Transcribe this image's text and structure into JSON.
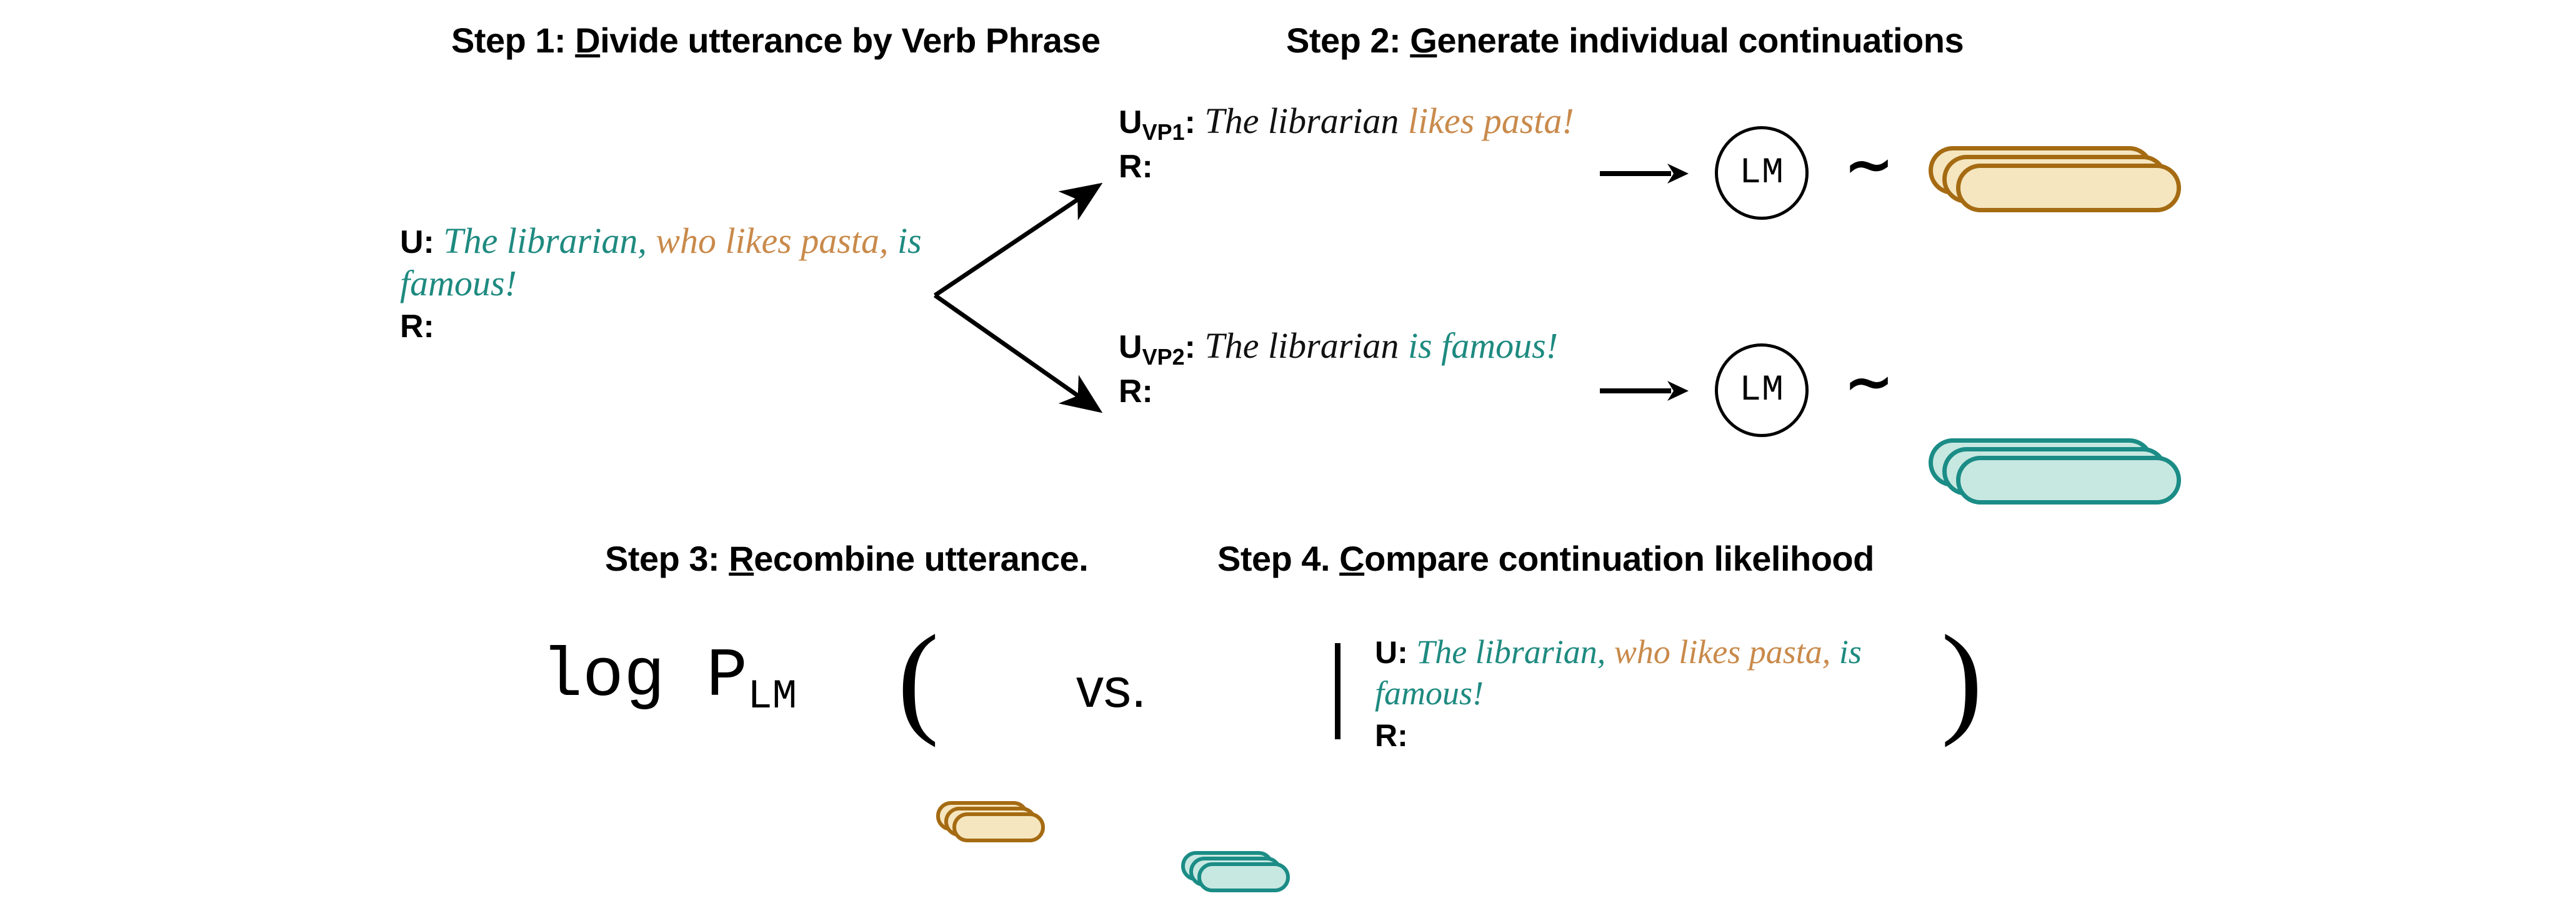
{
  "colors": {
    "teal_text": "#1E8A80",
    "orange_text": "#C98A4B",
    "teal_fill": "#C7E8E1",
    "teal_stroke": "#1B8C86",
    "orange_fill": "#F5E6C0",
    "orange_stroke": "#A56B12",
    "black": "#000000",
    "background": "#FFFFFF"
  },
  "steps": {
    "step1": {
      "prefix": "Step 1: ",
      "underlined": "D",
      "rest": "ivide utterance by Verb Phrase"
    },
    "step2": {
      "prefix": "Step 2: ",
      "underlined": "G",
      "rest": "enerate individual continuations"
    },
    "step3": {
      "prefix": "Step 3: ",
      "underlined": "R",
      "rest": "ecombine utterance."
    },
    "step4": {
      "prefix": "Step 4. ",
      "underlined": "C",
      "rest": "ompare continuation likelihood"
    }
  },
  "source_utterance": {
    "tag": "U:",
    "response_tag": "R:",
    "segments": [
      {
        "text": "The librarian,",
        "color": "teal"
      },
      {
        "text": " who likes pasta,",
        "color": "orange"
      },
      {
        "text": " is famous!",
        "color": "teal"
      }
    ],
    "full_text": "The librarian, who likes pasta, is famous!"
  },
  "vp1": {
    "tag": "U",
    "tag_sub": "VP1",
    "tag_colon": ":",
    "response_tag": "R:",
    "segments": [
      {
        "text": "The librarian",
        "color": "black"
      },
      {
        "text": " likes pasta!",
        "color": "orange"
      }
    ],
    "full_text": "The librarian likes pasta!"
  },
  "vp2": {
    "tag": "U",
    "tag_sub": "VP2",
    "tag_colon": ":",
    "response_tag": "R:",
    "segments": [
      {
        "text": "The librarian",
        "color": "black"
      },
      {
        "text": " is famous!",
        "color": "teal"
      }
    ],
    "full_text": "The librarian is famous!"
  },
  "lm": {
    "label": "LM",
    "sample_symbol": "∼",
    "arrow_symbol": "→"
  },
  "decks": {
    "orange_deck_name": "orange-continuation-stack",
    "teal_deck_name": "teal-continuation-stack",
    "sheet_count": 3
  },
  "formula": {
    "log": "log",
    "p": "P",
    "p_sub": "LM",
    "open_paren": "(",
    "close_paren": ")",
    "vs": "vs.",
    "conditional_bar": "|",
    "condition": {
      "tag": "U:",
      "response_tag": "R:",
      "segments": [
        {
          "text": "The librarian,",
          "color": "teal"
        },
        {
          "text": " who likes pasta,",
          "color": "orange"
        },
        {
          "text": " is famous!",
          "color": "teal"
        }
      ],
      "full_text": "The librarian, who likes pasta, is famous!"
    }
  }
}
